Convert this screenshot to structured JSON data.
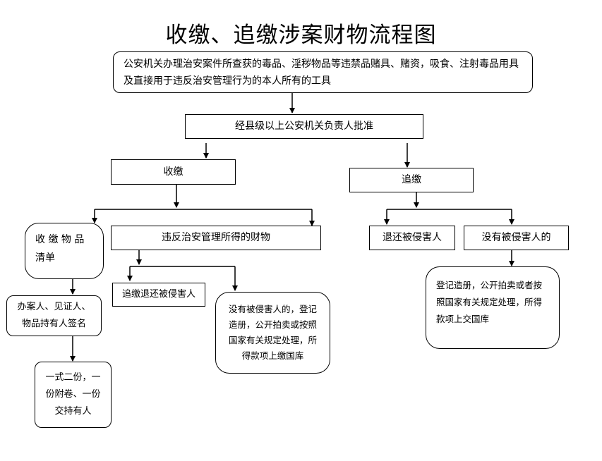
{
  "title": "收缴、追缴涉案财物流程图",
  "nodes": {
    "top": "公安机关办理治安案件所查获的毒品、淫秽物品等违禁品赌具、赌资，吸食、注射毒品用具及直接用于违反治安管理行为的本人所有的工具",
    "approve": "经县级以上公安机关负责人批准",
    "collect": "收缴",
    "recover": "追缴",
    "collect_list": "收 缴 物 品 清单",
    "illegal_gains": "违反治安管理所得的财物",
    "return_victim": "退还被侵害人",
    "no_victim": "没有被侵害人的",
    "sign": "办案人、见证人、物品持有人签名",
    "recover_return": "追缴退还被侵害人",
    "no_victim_gains": "没有被侵害人的，登记造册，公开拍卖或按照国家有关规定处理，所得款项上缴国库",
    "register_right": "登记造册，公开拍卖或者按照国家有关规定处理，所得款项上交国库",
    "copies": "一式二份，一份附卷、一份交持有人"
  }
}
